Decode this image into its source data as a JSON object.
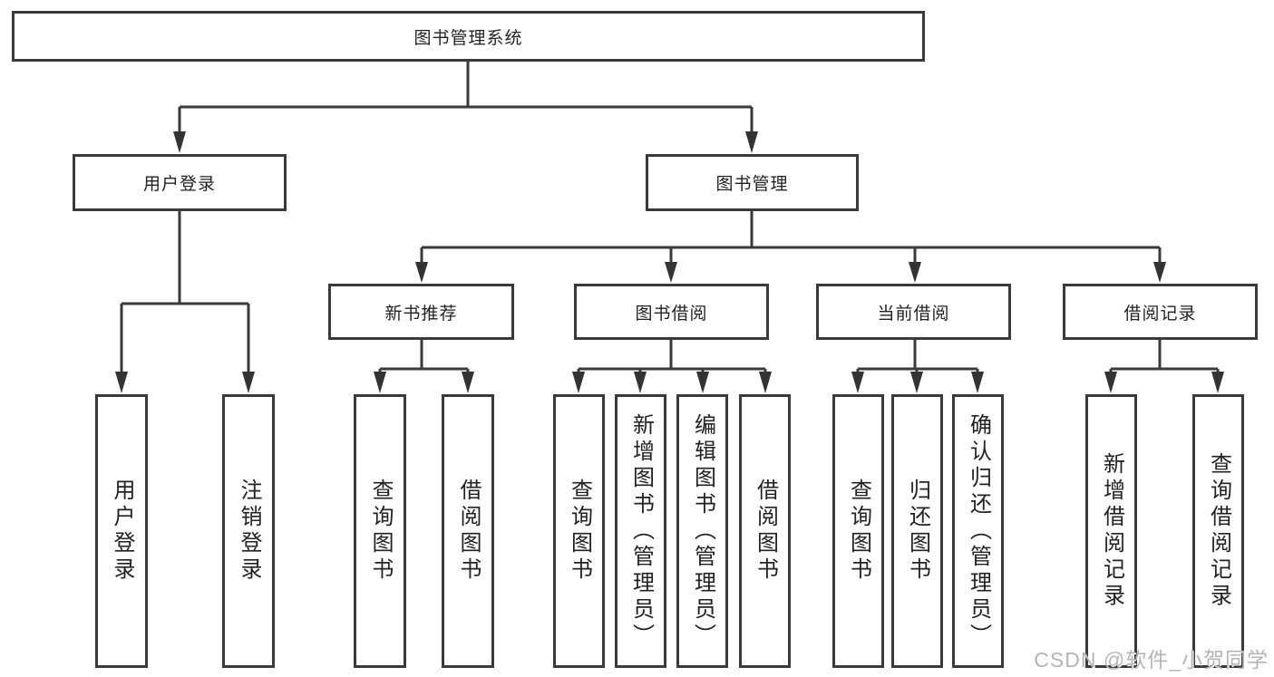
{
  "diagram": {
    "root": "图书管理系统",
    "level2": [
      "用户登录",
      "图书管理"
    ],
    "level3": [
      "新书推荐",
      "图书借阅",
      "当前借阅",
      "借阅记录"
    ],
    "leaves": {
      "user_login": [
        "用户登录",
        "注销登录"
      ],
      "new_book": [
        "查询图书",
        "借阅图书"
      ],
      "book_borrow": [
        "查询图书",
        "新增图书（管理员）",
        "编辑图书（管理员）",
        "借阅图书"
      ],
      "current_borrow": [
        "查询图书",
        "归还图书",
        "确认归还（管理员）"
      ],
      "borrow_records": [
        "新增借阅记录",
        "查询借阅记录"
      ]
    }
  },
  "watermark": "CSDN @软件_小贺同学",
  "colors": {
    "line": "#3a3a3a",
    "box_border": "#3a3a3a",
    "box_fill": "#ffffff",
    "text": "#222222",
    "watermark": "#b5b5b5"
  }
}
